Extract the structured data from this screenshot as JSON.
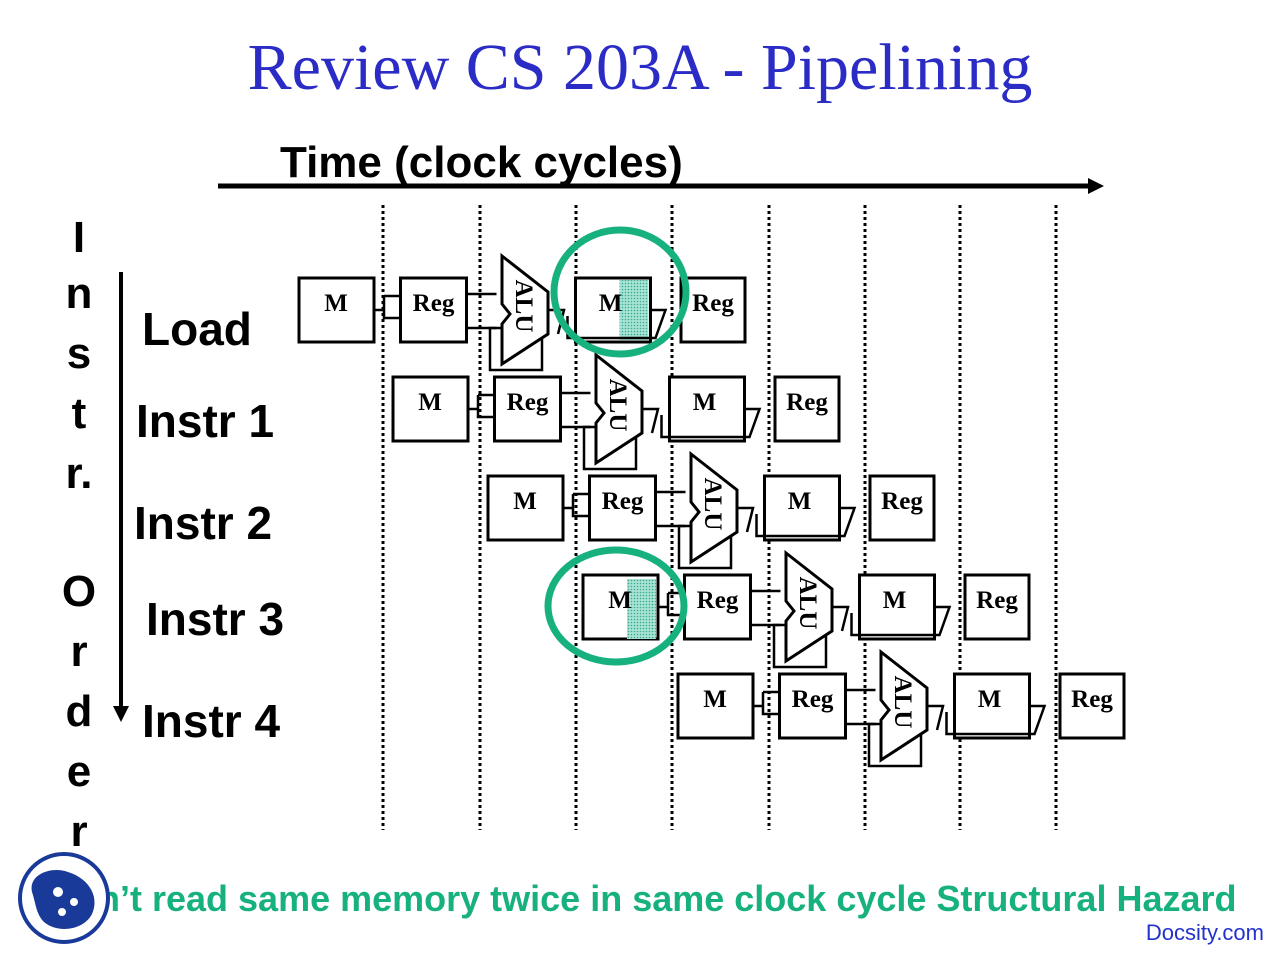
{
  "title": "Review CS 203A - Pipelining",
  "time_axis_label": "Time (clock cycles)",
  "vertical_label_letters": [
    "I",
    "n",
    "s",
    "t",
    "r.",
    "O",
    "r",
    "d",
    "e",
    "r"
  ],
  "rows": [
    {
      "label": "Load",
      "stages": [
        "M",
        "Reg",
        "ALU",
        "M",
        "Reg"
      ]
    },
    {
      "label": "Instr 1",
      "stages": [
        "M",
        "Reg",
        "ALU",
        "M",
        "Reg"
      ]
    },
    {
      "label": "Instr 2",
      "stages": [
        "M",
        "Reg",
        "ALU",
        "M",
        "Reg"
      ]
    },
    {
      "label": "Instr 3",
      "stages": [
        "M",
        "Reg",
        "ALU",
        "M",
        "Reg"
      ]
    },
    {
      "label": "Instr 4",
      "stages": [
        "M",
        "Reg",
        "ALU",
        "M",
        "Reg"
      ]
    }
  ],
  "footer_text": "n’t read same memory twice in same clock cycle Structural Hazard",
  "watermark": "Docsity.com",
  "colors": {
    "title": "#2b2bc6",
    "highlight": "#17b17f",
    "shade": "#7fd3c2"
  }
}
